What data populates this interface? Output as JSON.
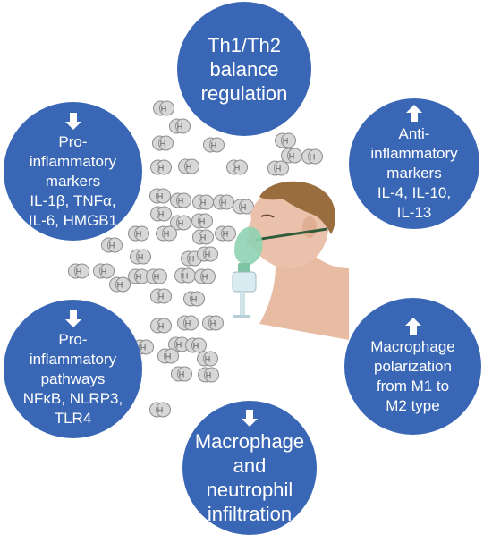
{
  "colors": {
    "bubble": "#3a67b5",
    "bubble_text": "#ffffff",
    "molecule_fill": "#d7d7d7",
    "molecule_stroke": "#8e8e8e",
    "molecule_text": "#555555",
    "skin": "#eac2ab",
    "hair": "#9a6d3f",
    "mask": "#8fd3b3",
    "strap": "#2f5b3b"
  },
  "molecule_symbol": "H",
  "bubbles": {
    "th_balance": {
      "lines": [
        "Th1/Th2",
        "balance",
        "regulation"
      ],
      "arrow": "none"
    },
    "anti_inflammatory": {
      "lines": [
        "Anti-",
        "inflammatory",
        "markers",
        "IL-4, IL-10,",
        "IL-13"
      ],
      "arrow": "up-arrow"
    },
    "pro_markers": {
      "lines": [
        "Pro-",
        "inflammatory",
        "markers",
        "IL-1β,  TNFα,",
        "IL-6, HMGB1"
      ],
      "arrow": "down-arrow"
    },
    "pro_pathways": {
      "lines": [
        "Pro-",
        "inflammatory",
        "pathways",
        "NFκB, NLRP3,",
        "TLR4"
      ],
      "arrow": "down-arrow"
    },
    "polarization": {
      "lines": [
        "Macrophage",
        "polarization",
        "from M1 to",
        "M2 type"
      ],
      "arrow": "up-arrow"
    },
    "infiltration": {
      "lines": [
        "Macrophage",
        "and",
        "neutrophil",
        "infiltration"
      ],
      "arrow": "down-arrow"
    }
  }
}
